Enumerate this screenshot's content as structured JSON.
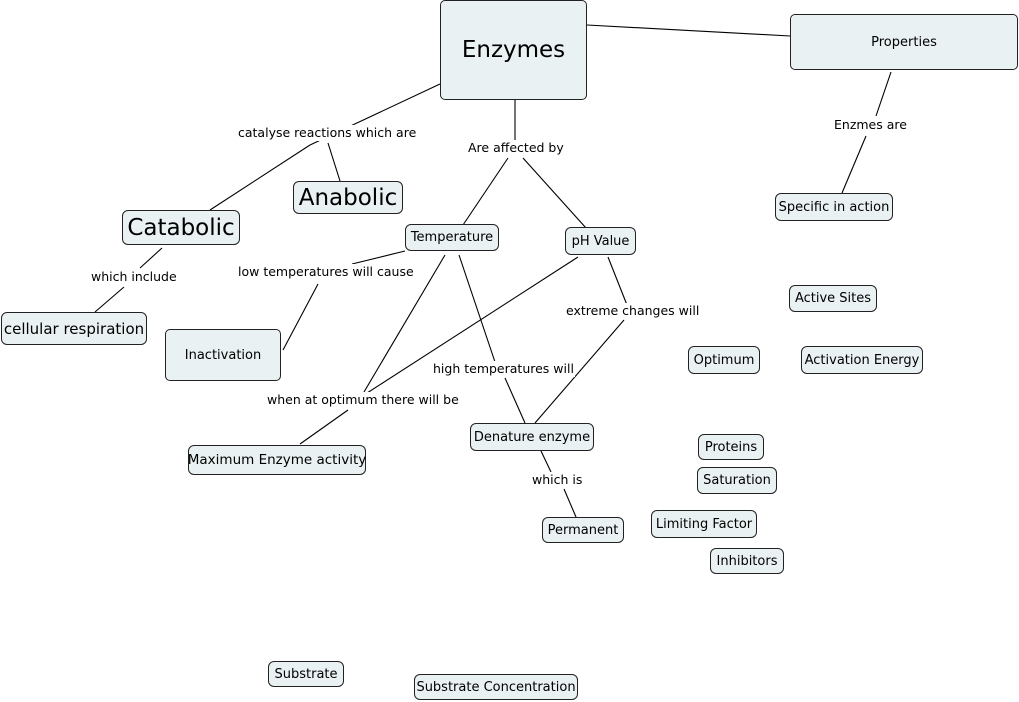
{
  "concepts": {
    "enzymes": "Enzymes",
    "properties": "Properties",
    "catabolic": "Catabolic",
    "anabolic": "Anabolic",
    "cellular_respiration": "cellular respiration",
    "temperature": "Temperature",
    "ph_value": "pH Value",
    "specific_in_action": "Specific in action",
    "inactivation": "Inactivation",
    "active_sites": "Active Sites",
    "optimum": "Optimum",
    "activation_energy": "Activation Energy",
    "maximum_enzyme_activity": "Maximum Enzyme activity",
    "denature_enzyme": "Denature enzyme",
    "proteins": "Proteins",
    "saturation": "Saturation",
    "permanent": "Permanent",
    "limiting_factor": "Limiting Factor",
    "inhibitors": "Inhibitors",
    "substrate": "Substrate",
    "substrate_concentration": "Substrate Concentration"
  },
  "linking_phrases": {
    "catalyse": "catalyse reactions which are",
    "affected_by": "Are affected by",
    "enzmes_are": "Enzmes are",
    "which_include": "which include",
    "low_temperatures": "low temperatures will cause",
    "extreme_changes": "extreme changes will",
    "high_temperatures": "high temperatures will",
    "when_at_optimum": "when at optimum there will be",
    "which_is": "which is"
  }
}
